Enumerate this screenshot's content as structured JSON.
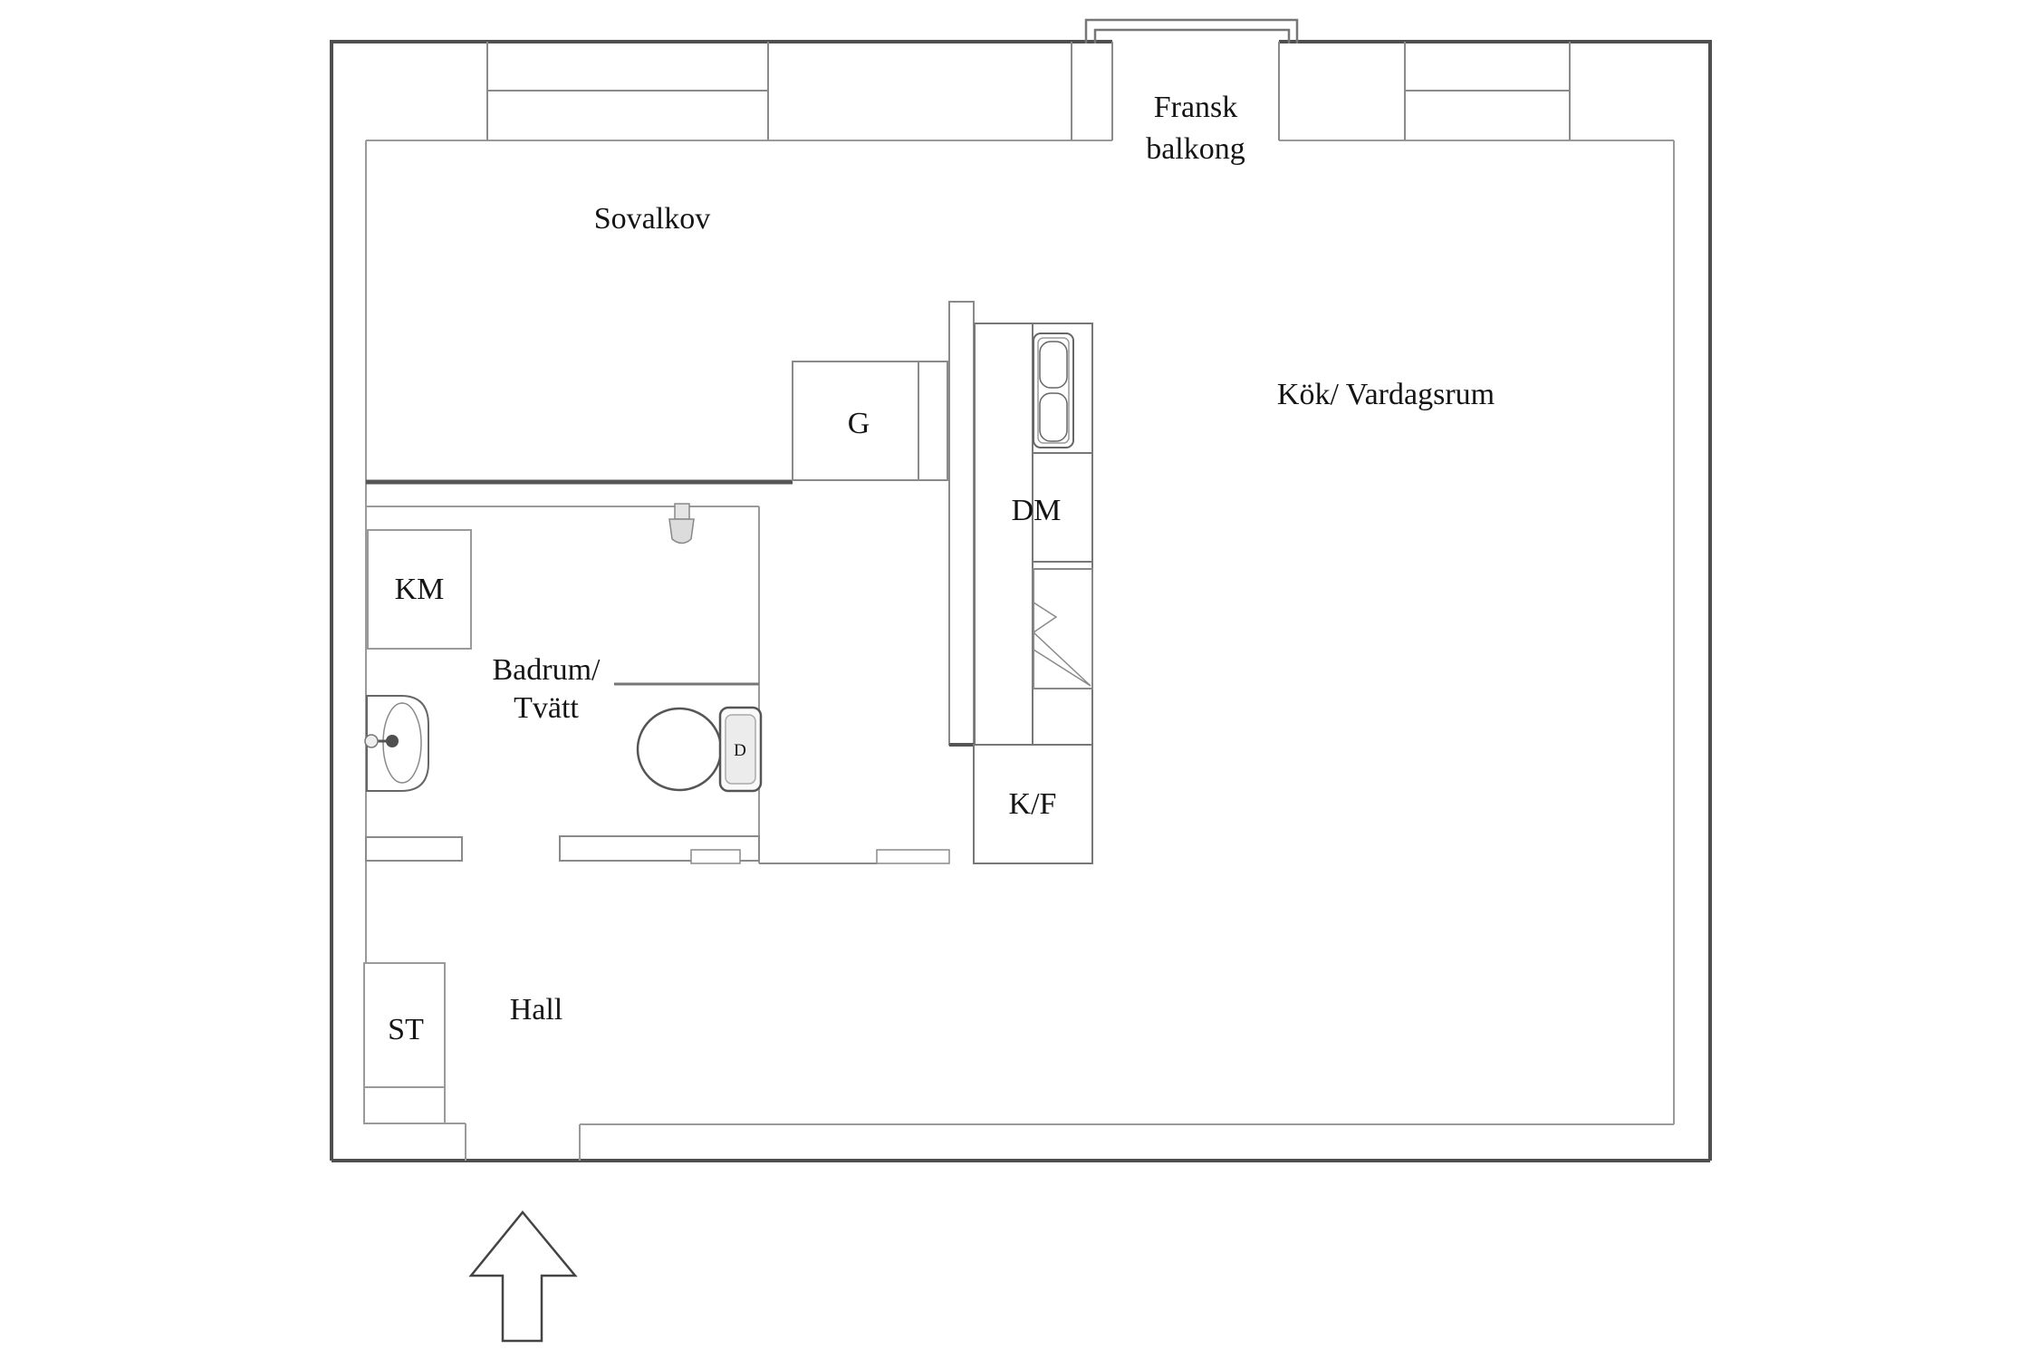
{
  "floorplan": {
    "rooms": {
      "sleeping_alcove": "Sovalkov",
      "kitchen_living": "Kök/ Vardagsrum",
      "bathroom_line1": "Badrum/",
      "bathroom_line2": "Tvätt",
      "hall": "Hall",
      "balcony_line1": "Fransk",
      "balcony_line2": "balkong"
    },
    "fixtures": {
      "wardrobe": "G",
      "dishwasher": "DM",
      "washing_machine": "KM",
      "fridge_freezer": "K/F",
      "cleaning_closet": "ST",
      "toilet_flush": "D"
    },
    "colors": {
      "outer_wall": "#4f4f4f",
      "inner_line": "#9a9a9a",
      "mid_line": "#777777",
      "text": "#141414",
      "background": "#ffffff"
    }
  }
}
